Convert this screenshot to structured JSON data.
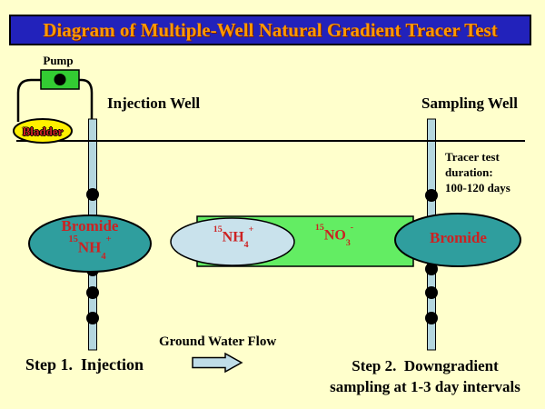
{
  "title": {
    "text": "Diagram of Multiple-Well Natural Gradient Tracer Test"
  },
  "pump": {
    "label": "Pump"
  },
  "bladder": {
    "label": "Bladder"
  },
  "injection_well": {
    "label": "Injection Well"
  },
  "sampling_well": {
    "label": "Sampling Well"
  },
  "duration_note": {
    "lines": [
      "Tracer test",
      "duration:",
      "100-120 days"
    ]
  },
  "plumes": {
    "injection_source": {
      "title": "Bromide",
      "formula": {
        "isotope": "15",
        "base": "NH",
        "subscript": "4",
        "charge": "+"
      }
    },
    "ammonium_plume": {
      "isotope": "15",
      "base": "NH",
      "subscript": "4",
      "charge": "+"
    },
    "nitrate_plume": {
      "isotope": "15",
      "base": "NO",
      "subscript": "3",
      "charge": "-"
    },
    "sampling_plume": {
      "label": "Bromide"
    }
  },
  "flow_arrow": {
    "label": "Ground Water Flow"
  },
  "steps": {
    "step1": "Step 1.  Injection",
    "step2_line1": "Step 2.  Downgradient",
    "step2_line2": "sampling at 1-3 day intervals"
  },
  "colors": {
    "background": "#FFFFCC",
    "title_bg": "#2222BB",
    "title_text": "#FF9900",
    "pump_green": "#33CC33",
    "bladder_yellow": "#FFF000",
    "well_blue": "#B4D6DE",
    "plume_teal": "#2F9E9E",
    "plume_light_blue": "#C9E2EC",
    "plume_green": "#63ED63",
    "label_red": "#CC2222",
    "arrow_blue": "#BFDDE8"
  }
}
